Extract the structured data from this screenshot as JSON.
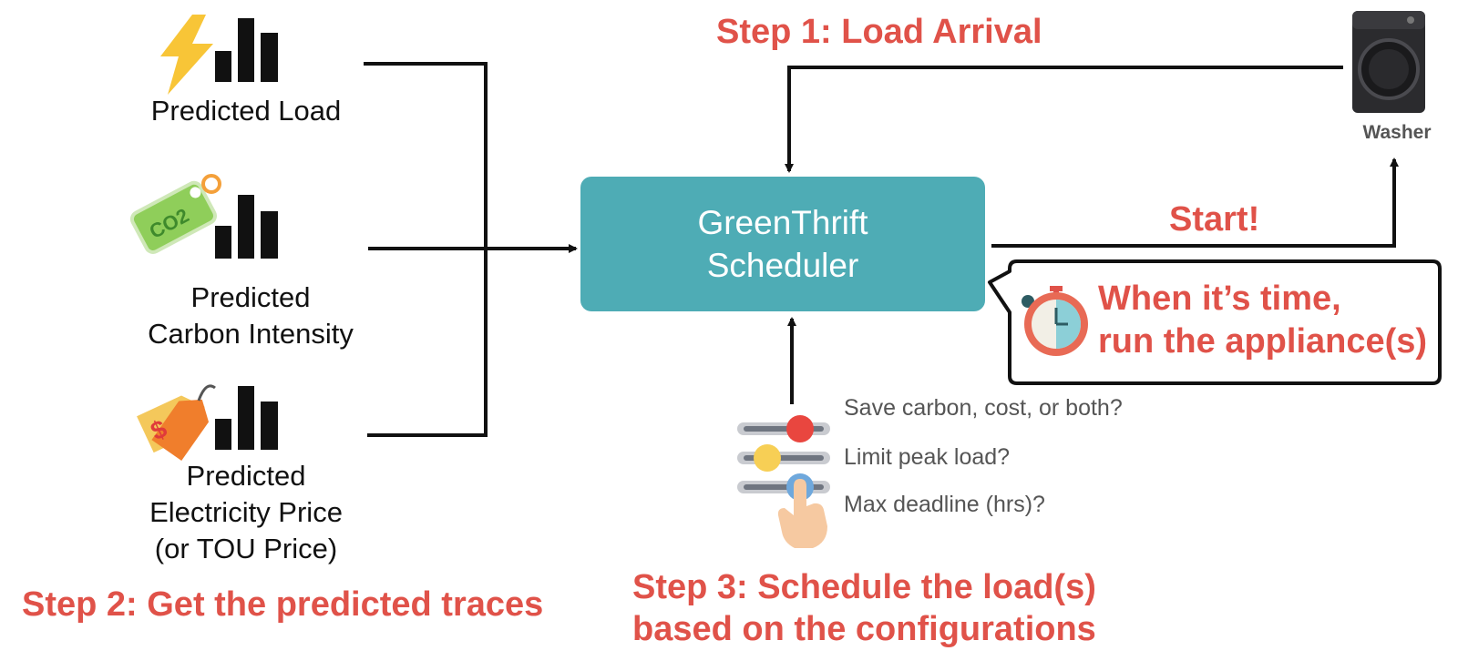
{
  "colors": {
    "accent_red": "#e05249",
    "scheduler_teal": "#4eacb5",
    "line": "#111111"
  },
  "inputs": [
    {
      "label": "Predicted Load",
      "icon": "lightning-bar-chart-icon"
    },
    {
      "label": "Predicted\nCarbon Intensity",
      "icon": "co2-tag-bar-chart-icon"
    },
    {
      "label": "Predicted\nElectricity Price\n(or TOU Price)",
      "icon": "price-tag-bar-chart-icon"
    }
  ],
  "scheduler": {
    "label": "GreenThrift\nScheduler"
  },
  "steps": {
    "step1": "Step 1: Load Arrival",
    "step2": "Step 2: Get the predicted traces",
    "step3": "Step 3: Schedule the load(s)\nbased on the configurations"
  },
  "start_label": "Start!",
  "washer": {
    "label": "Washer",
    "icon": "washing-machine-icon"
  },
  "callout": {
    "text": "When it’s time,\nrun the appliance(s)",
    "icon": "stopwatch-icon"
  },
  "configurations": {
    "icon": "slider-controls-hand-icon",
    "items": [
      "Save carbon, cost, or both?",
      "Limit peak load?",
      "Max deadline (hrs)?"
    ]
  }
}
